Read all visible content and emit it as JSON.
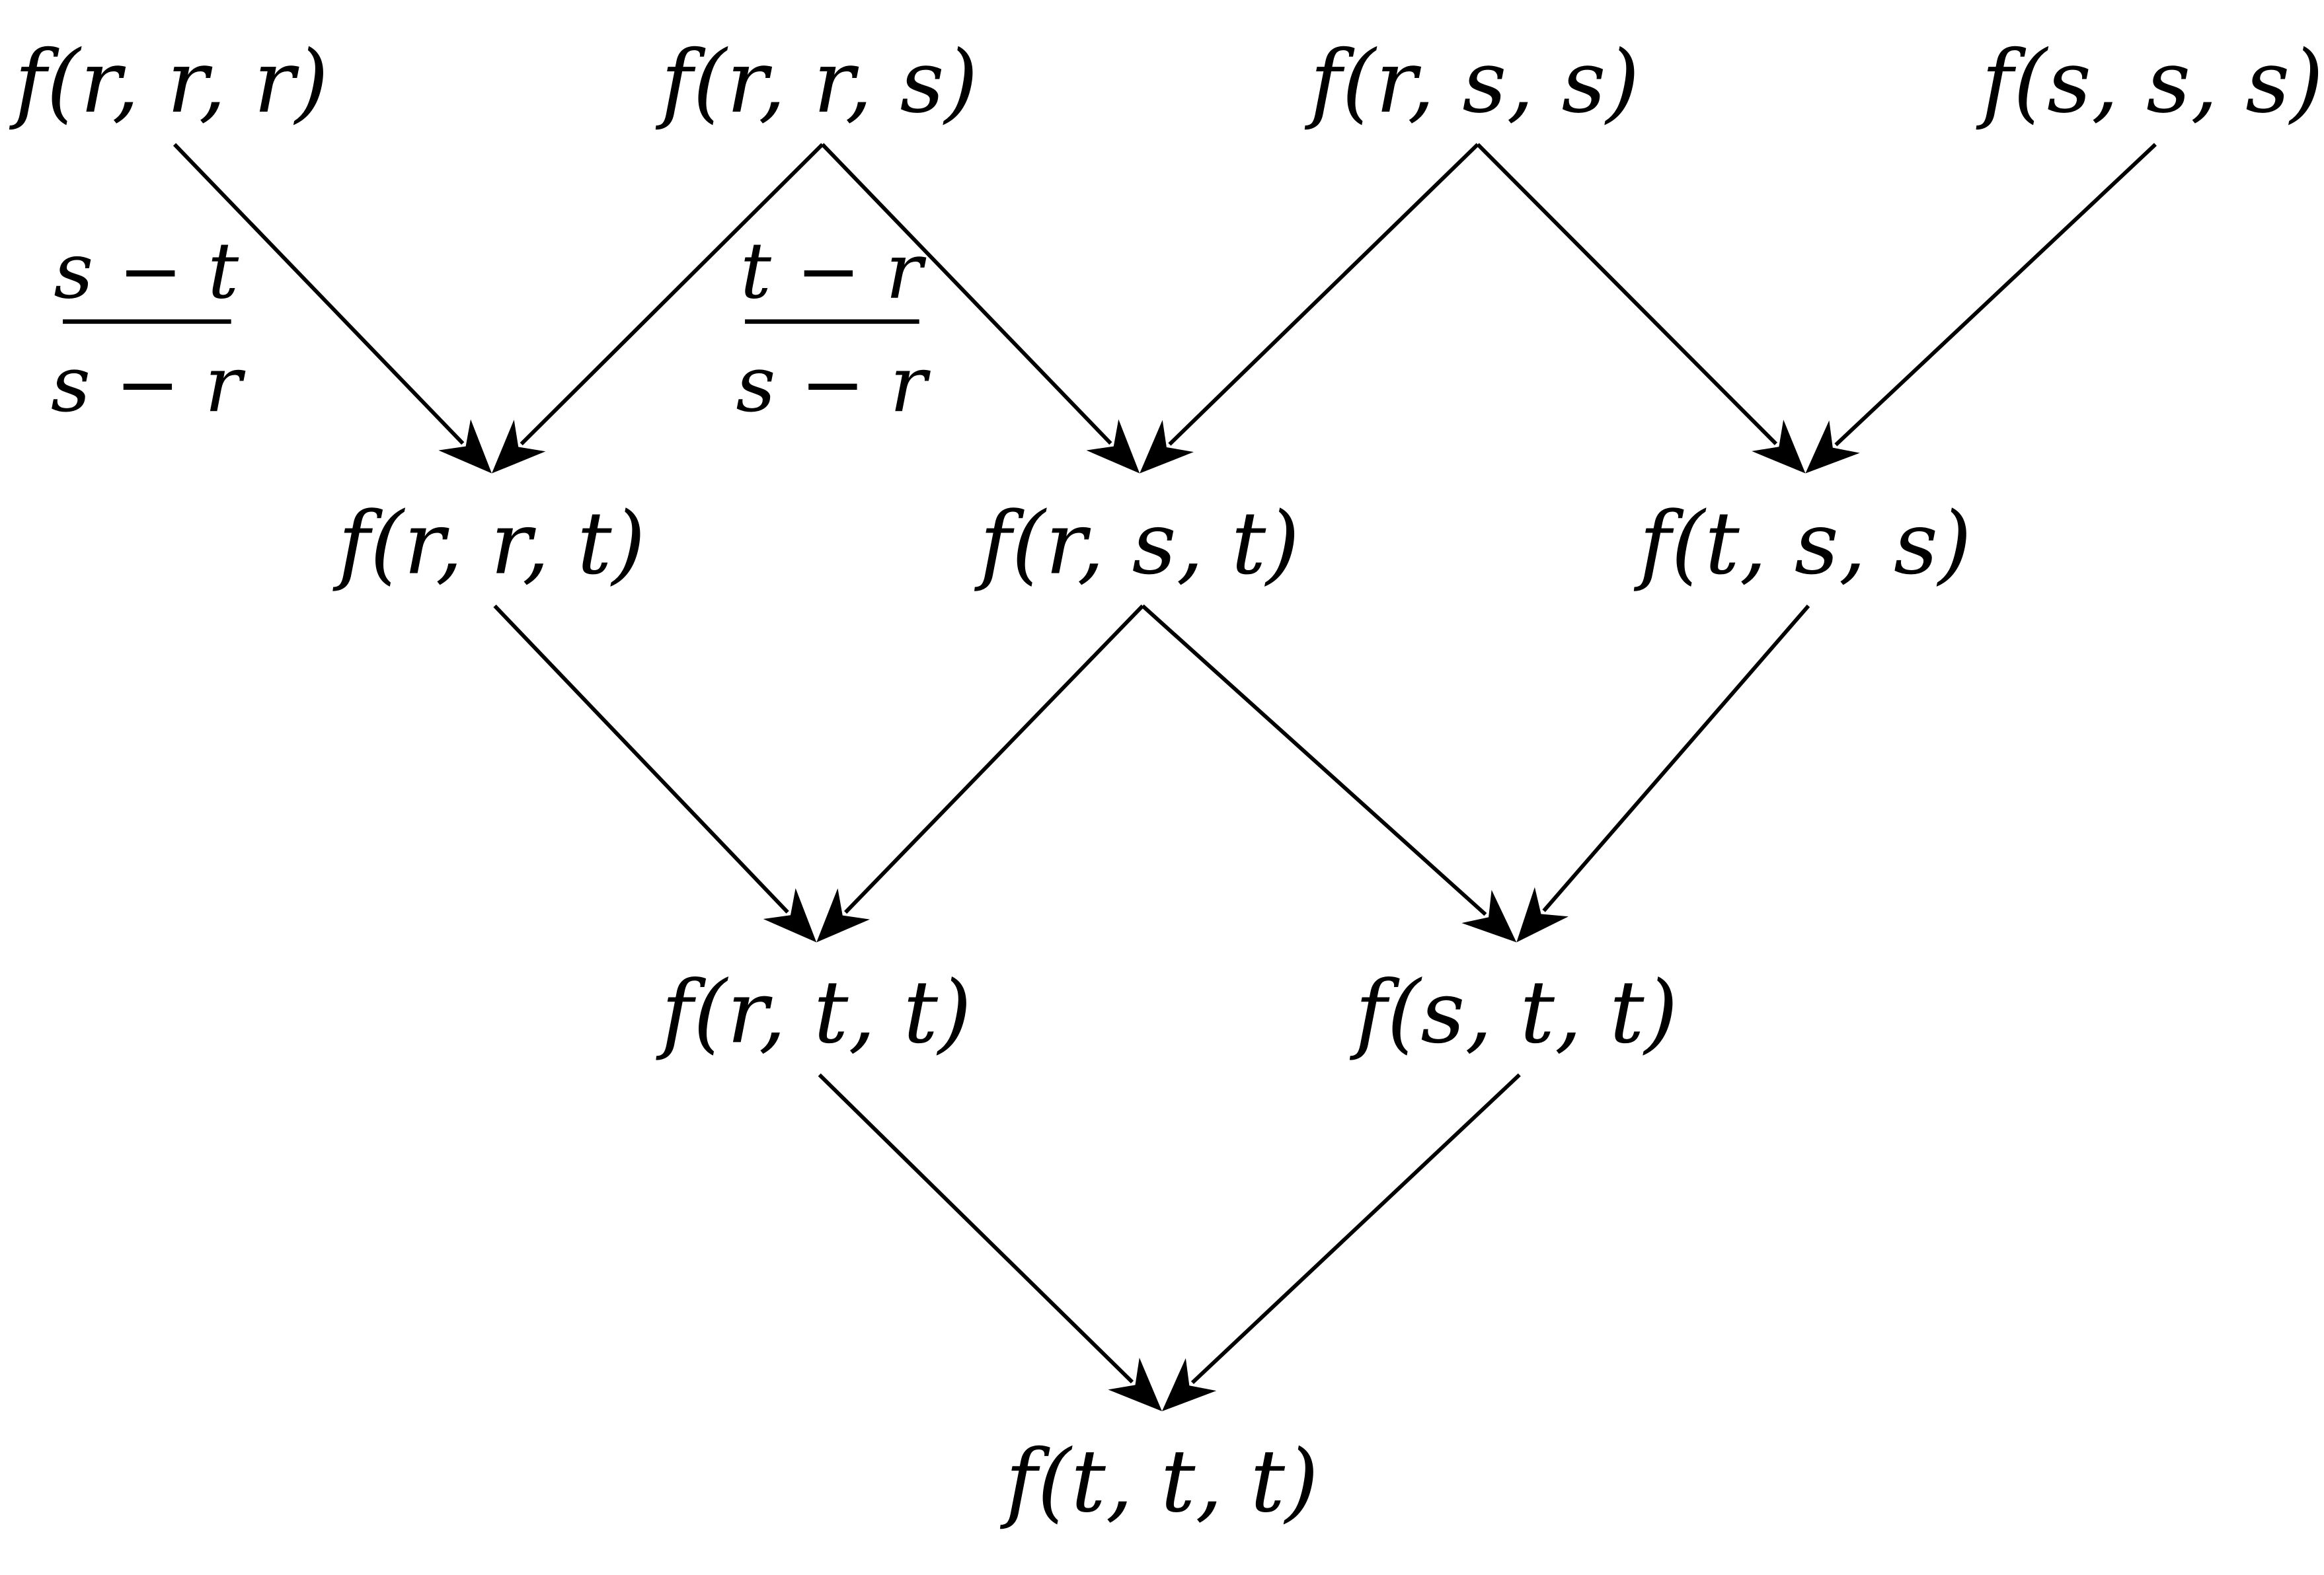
{
  "nodes": [
    {
      "id": "rrr",
      "label": "f(r, r, r)"
    },
    {
      "id": "rrs",
      "label": "f(r, r, s)"
    },
    {
      "id": "rss",
      "label": "f(r, s, s)"
    },
    {
      "id": "sss",
      "label": "f(s, s, s)"
    },
    {
      "id": "rrt",
      "label": "f(r, r, t)"
    },
    {
      "id": "rst",
      "label": "f(r, s, t)"
    },
    {
      "id": "tss",
      "label": "f(t, s, s)"
    },
    {
      "id": "rtt",
      "label": "f(r, t, t)"
    },
    {
      "id": "stt",
      "label": "f(s, t, t)"
    },
    {
      "id": "ttt",
      "label": "f(t, t, t)"
    }
  ],
  "edges": [
    {
      "from": "rrr",
      "to": "rrt"
    },
    {
      "from": "rrs",
      "to": "rrt"
    },
    {
      "from": "rrs",
      "to": "rst"
    },
    {
      "from": "rss",
      "to": "rst"
    },
    {
      "from": "rss",
      "to": "tss"
    },
    {
      "from": "sss",
      "to": "tss"
    },
    {
      "from": "rrt",
      "to": "rtt"
    },
    {
      "from": "rst",
      "to": "rtt"
    },
    {
      "from": "rst",
      "to": "stt"
    },
    {
      "from": "tss",
      "to": "stt"
    },
    {
      "from": "rtt",
      "to": "ttt"
    },
    {
      "from": "stt",
      "to": "ttt"
    }
  ],
  "weights": [
    {
      "numerator": "s − t",
      "denominator": "s − r"
    },
    {
      "numerator": "t − r",
      "denominator": "s − r"
    }
  ]
}
